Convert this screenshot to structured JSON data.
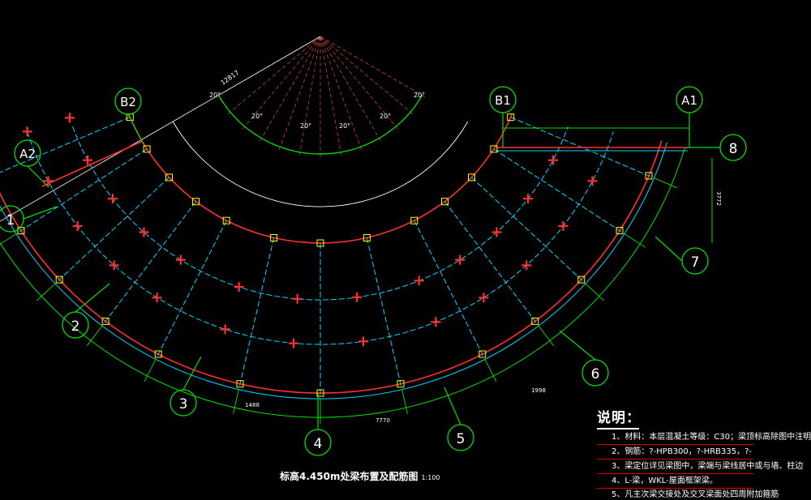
{
  "drawing": {
    "colors": {
      "axis": "#00e000",
      "beam_outer": "#ff3030",
      "beam_inner": "#00d8ff",
      "column": "#ff3030",
      "dim": "#ffffff",
      "radial": "#c04040",
      "label": "#ffff00",
      "text": "#ffffff"
    },
    "radius_label": "12817",
    "angle_labels": [
      "20°",
      "20°",
      "20°",
      "20°",
      "20°",
      "20°"
    ],
    "axes": {
      "A1": "A1",
      "B1": "B1",
      "B2": "B2",
      "A2": "A2",
      "n1": "1",
      "n2": "2",
      "n3": "3",
      "n4": "4",
      "n5": "5",
      "n6": "6",
      "n7": "7",
      "n8": "8"
    },
    "outer_dims": [
      "1488",
      "7770",
      "1998"
    ],
    "right_dim": "3772"
  },
  "notes": {
    "title": "说明：",
    "lines": [
      "1、材料：本层混凝土等级：C30；梁顶标高除图中注明",
      "2、钢筋：?-HPB300，?-HRB335，?-",
      "3、梁定位详见梁图中，梁端与梁线居中或与墙、柱边",
      "4、L-梁，WKL-屋面框架梁。",
      "5、凡主次梁交接处及交叉梁面处四周附加箍筋"
    ]
  },
  "title": {
    "main": "标高4.450m处梁布置及配筋图",
    "scale": "1:100"
  }
}
